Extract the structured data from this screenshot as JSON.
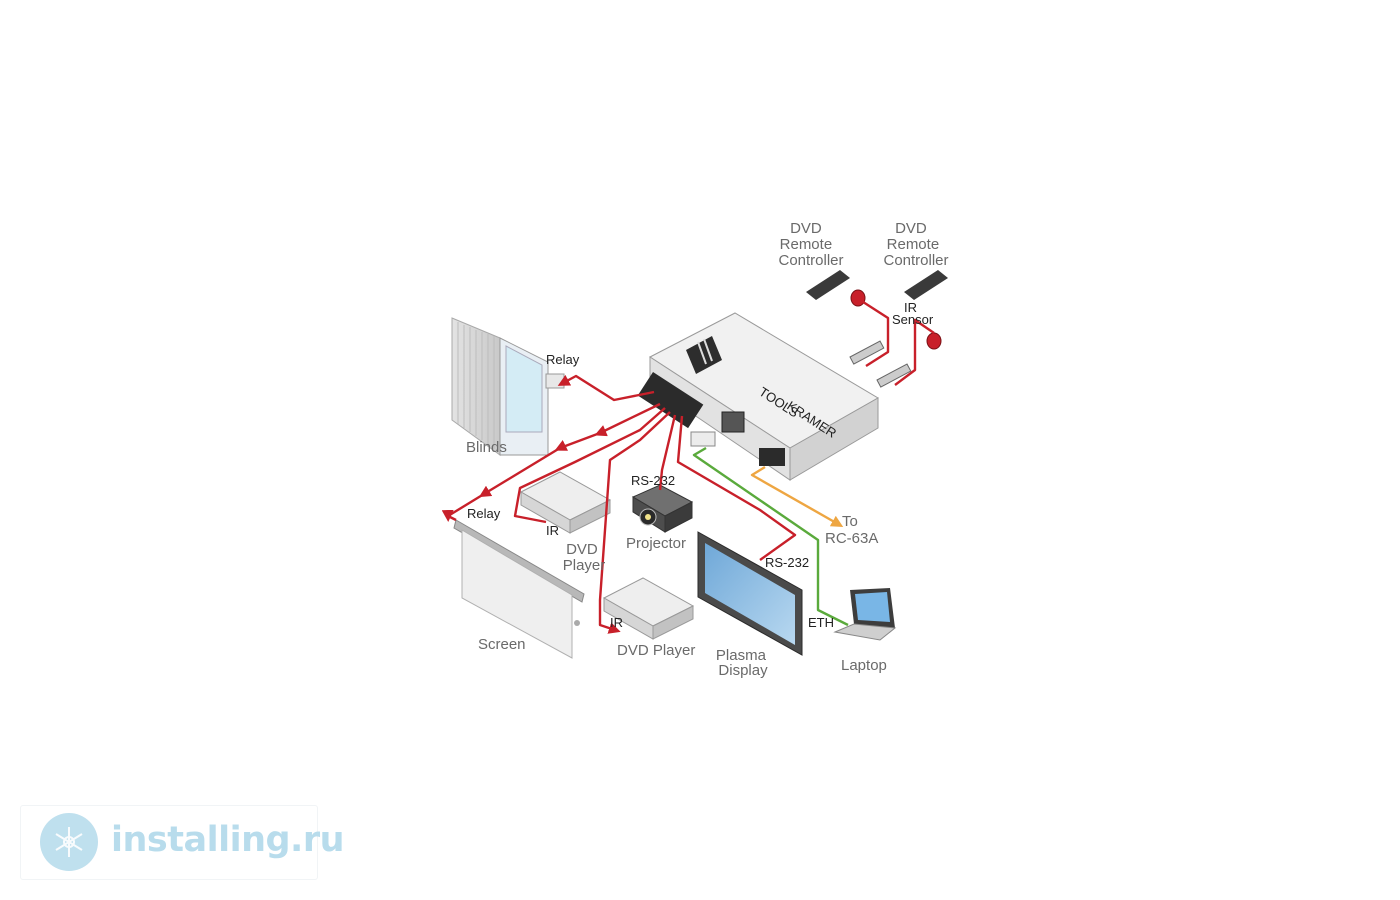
{
  "labels": {
    "dvd_remote_1": [
      "DVD",
      "Remote",
      "Controller"
    ],
    "dvd_remote_2": [
      "DVD",
      "Remote",
      "Controller"
    ],
    "ir_sensor": [
      "IR",
      "Sensor"
    ],
    "relay_blinds": "Relay",
    "blinds": "Blinds",
    "relay_screen": "Relay",
    "ir_dvd_1": "IR",
    "dvd_player_1": [
      "DVD",
      "Player"
    ],
    "rs232_projector": "RS-232",
    "projector": "Projector",
    "to_rc63a": [
      "To",
      "RC-63A"
    ],
    "screen": "Screen",
    "ir_dvd_2": "IR",
    "dvd_player_2": "DVD Player",
    "rs232_plasma": "RS-232",
    "plasma_display": [
      "Plasma",
      "Display"
    ],
    "eth": "ETH",
    "laptop": "Laptop",
    "device_brand": "KRAMER",
    "device_series": "TOOLS"
  },
  "watermark": {
    "text": "installing.ru",
    "icon": "snowflake-globe-icon"
  },
  "colors": {
    "control_cable": "#c8202a",
    "ethernet_cable": "#5aaa3c",
    "rc63a_cable": "#eea642",
    "label_gray": "#6a6a6a",
    "watermark_blue": "#b8dcec"
  }
}
